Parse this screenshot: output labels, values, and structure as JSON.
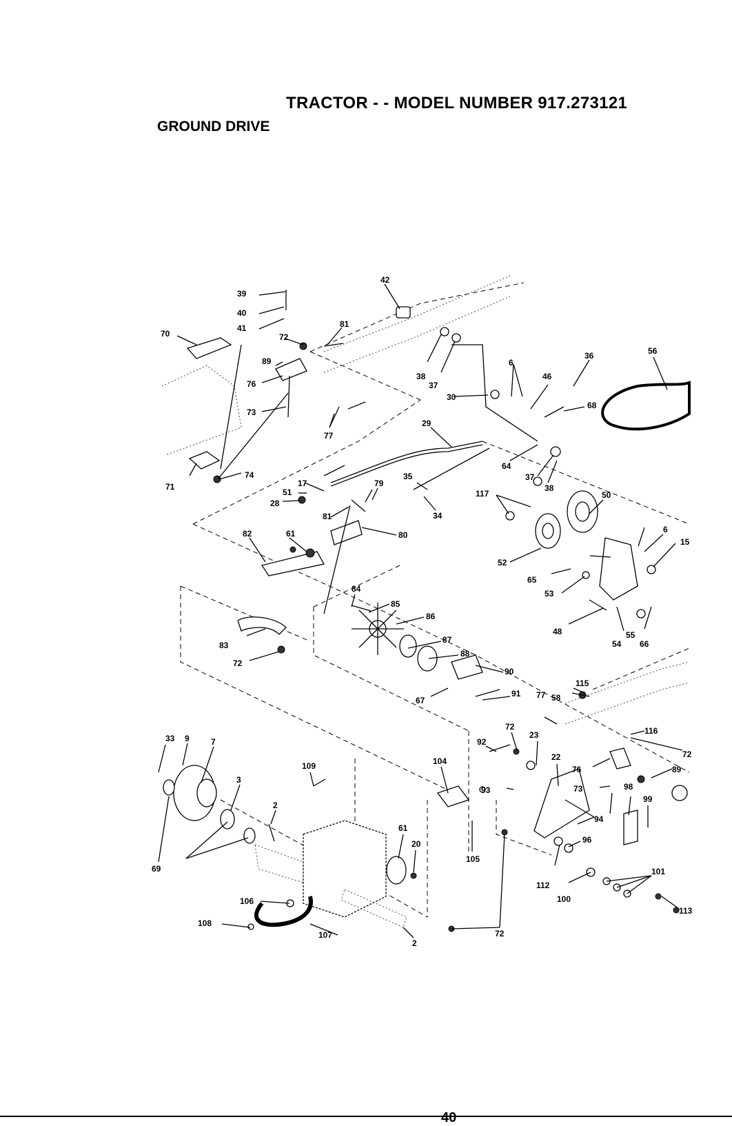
{
  "header": {
    "title": "TRACTOR - - MODEL NUMBER 917.273121",
    "section": "GROUND DRIVE"
  },
  "page_number": "40",
  "callouts": [
    "39",
    "40",
    "41",
    "42",
    "70",
    "72",
    "81",
    "89",
    "76",
    "73",
    "77",
    "71",
    "74",
    "38",
    "37",
    "30",
    "6",
    "46",
    "36",
    "56",
    "68",
    "29",
    "64",
    "37",
    "38",
    "17",
    "79",
    "51",
    "28",
    "35",
    "34",
    "117",
    "50",
    "81",
    "82",
    "61",
    "80",
    "52",
    "6",
    "15",
    "65",
    "53",
    "84",
    "85",
    "86",
    "87",
    "88",
    "83",
    "72",
    "48",
    "55",
    "54",
    "66",
    "90",
    "67",
    "91",
    "115",
    "77",
    "58",
    "116",
    "72",
    "33",
    "9",
    "7",
    "3",
    "109",
    "2",
    "104",
    "92",
    "72",
    "23",
    "22",
    "76",
    "89",
    "73",
    "93",
    "98",
    "99",
    "94",
    "96",
    "69",
    "61",
    "20",
    "105",
    "112",
    "100",
    "101",
    "106",
    "107",
    "108",
    "2",
    "72",
    "113"
  ]
}
